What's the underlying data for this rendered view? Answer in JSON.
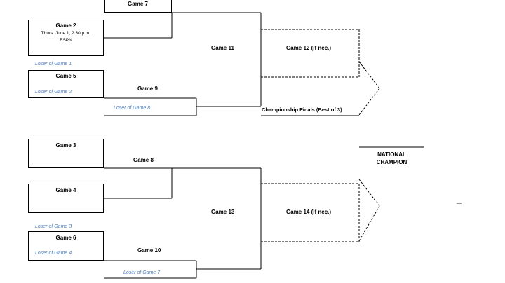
{
  "games": {
    "game2": {
      "label": "Game 2",
      "time": "Thurs. June 1, 2:30 p.m.",
      "network": "ESPN"
    },
    "game3": {
      "label": "Game 3"
    },
    "game4": {
      "label": "Game 4"
    },
    "game5": {
      "label": "Game 5",
      "slot_top": "Loser of Game 1",
      "slot_bottom": "Loser of Game 2"
    },
    "game6": {
      "label": "Game 6",
      "slot_top": "Loser of Game 3",
      "slot_bottom": "Loser of Game 4"
    },
    "game7": {
      "label": "Game 7"
    },
    "game8": {
      "label": "Game 8"
    },
    "game9": {
      "label": "Game 9",
      "slot_bottom": "Loser of Game 8"
    },
    "game10": {
      "label": "Game 10",
      "slot_bottom": "Loser of Game 7"
    },
    "game11": {
      "label": "Game 11"
    },
    "game12": {
      "label": "Game 12 (if nec.)"
    },
    "game13": {
      "label": "Game 13"
    },
    "game14": {
      "label": "Game 14 (if nec.)"
    }
  },
  "finals": {
    "label": "Championship Finals (Best of 3)"
  },
  "champion": {
    "line1": "NATIONAL",
    "line2": "CHAMPION"
  },
  "colors": {
    "line": "#000000",
    "loser_text": "#4f81bd",
    "background": "#ffffff"
  }
}
